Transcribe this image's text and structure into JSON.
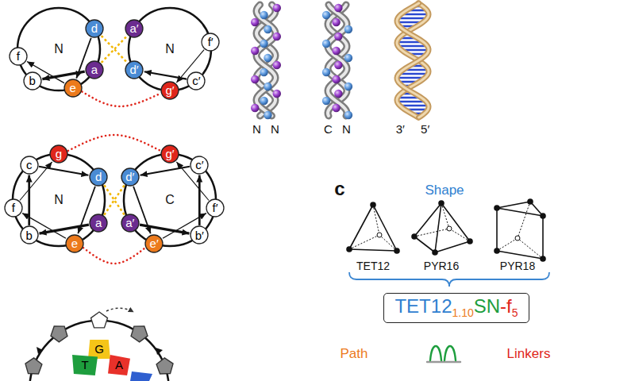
{
  "diagram": {
    "nodes": [
      {
        "text": [
          "d"
        ]
      },
      {
        "text": [
          "a"
        ]
      },
      {
        "text": [
          "e"
        ]
      },
      {
        "text": [
          "b"
        ]
      },
      {
        "text": [
          "f"
        ]
      },
      {
        "text": [
          "a′"
        ]
      },
      {
        "text": [
          "d′"
        ]
      },
      {
        "text": [
          "g′"
        ]
      },
      {
        "text": [
          "c′"
        ]
      },
      {
        "text": [
          "f′"
        ]
      },
      {
        "text": [
          "g"
        ]
      },
      {
        "text": [
          "d"
        ]
      },
      {
        "text": [
          "a"
        ]
      },
      {
        "text": [
          "e"
        ]
      },
      {
        "text": [
          "b"
        ]
      },
      {
        "text": [
          "c"
        ]
      },
      {
        "text": [
          "f"
        ]
      },
      {
        "text": [
          "g′"
        ]
      },
      {
        "text": [
          "d′"
        ]
      },
      {
        "text": [
          "a′"
        ]
      },
      {
        "text": [
          "e′"
        ]
      },
      {
        "text": [
          "b′"
        ]
      },
      {
        "text": [
          "f′"
        ]
      },
      {
        "text": [
          "c′"
        ]
      },
      {
        "text": [
          "G"
        ]
      },
      {
        "text": [
          "T"
        ]
      },
      {
        "text": [
          "A"
        ]
      },
      {
        "text": [
          "TET12",
          "1.10",
          "SN",
          "-f",
          "5"
        ]
      }
    ],
    "edges": [
      {
        "from": 1,
        "to": 3,
        "arrow": "to"
      },
      {
        "from": 0,
        "to": 2,
        "arrow": "to"
      },
      {
        "from": 2,
        "to": 4,
        "arrow": "to"
      },
      {
        "from": 8,
        "to": 6,
        "arrow": "to"
      },
      {
        "from": 9,
        "to": 7,
        "arrow": "to"
      },
      {
        "from": 0,
        "to": 6,
        "arrow": "none"
      },
      {
        "from": 1,
        "to": 5,
        "arrow": "none"
      },
      {
        "from": 2,
        "to": 7,
        "arrow": "none"
      },
      {
        "from": 12,
        "to": 14,
        "arrow": "to"
      },
      {
        "from": 14,
        "to": 15,
        "arrow": "to"
      },
      {
        "from": 15,
        "to": 11,
        "arrow": "to"
      },
      {
        "from": 11,
        "to": 13,
        "arrow": "to"
      },
      {
        "from": 13,
        "to": 16,
        "arrow": "to"
      },
      {
        "from": 16,
        "to": 10,
        "arrow": "to"
      },
      {
        "from": 19,
        "to": 21,
        "arrow": "to"
      },
      {
        "from": 21,
        "to": 23,
        "arrow": "to"
      },
      {
        "from": 23,
        "to": 18,
        "arrow": "to"
      },
      {
        "from": 18,
        "to": 20,
        "arrow": "to"
      },
      {
        "from": 20,
        "to": 22,
        "arrow": "to"
      },
      {
        "from": 22,
        "to": 17,
        "arrow": "to"
      },
      {
        "from": 12,
        "to": 18,
        "arrow": "none"
      },
      {
        "from": 11,
        "to": 19,
        "arrow": "none"
      },
      {
        "from": 10,
        "to": 17,
        "arrow": "none"
      },
      {
        "from": 13,
        "to": 20,
        "arrow": "none"
      }
    ],
    "labels": [
      "N",
      "N",
      "N",
      "C",
      "N N",
      "C N",
      "3′ 5′",
      "c",
      "Shape",
      "TET12",
      "PYR16",
      "PYR18",
      "Path",
      "Linkers"
    ]
  }
}
